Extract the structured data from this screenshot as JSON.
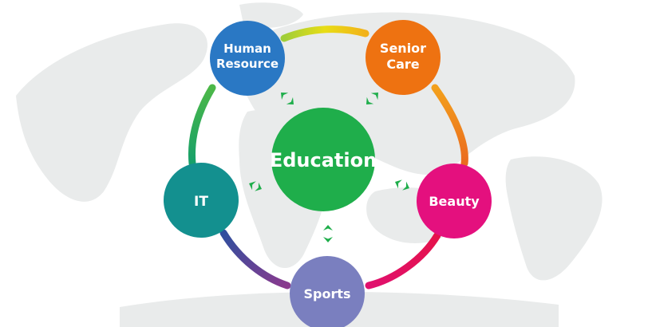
{
  "diagram": {
    "center": {
      "label": "Education",
      "color": "#1fae4b"
    },
    "nodes": [
      {
        "id": "human-resource",
        "lines": [
          "Human",
          "Resource"
        ],
        "color": "#2a78c4"
      },
      {
        "id": "senior-care",
        "lines": [
          "Senior",
          "Care"
        ],
        "color": "#ee7211"
      },
      {
        "id": "beauty",
        "lines": [
          "Beauty"
        ],
        "color": "#e4107e"
      },
      {
        "id": "sports",
        "lines": [
          "Sports"
        ],
        "color": "#7a7fbf"
      },
      {
        "id": "it",
        "lines": [
          "IT"
        ],
        "color": "#13908f"
      }
    ],
    "ring_colors": {
      "top": "#e6dc18",
      "right": "#ef8a1c",
      "bottom_right": "#e3114f",
      "bottom_left": "#5a3f98",
      "left": "#21a04a"
    },
    "arrow_color": "#1fae4b",
    "map_color": "#e9ebeb"
  }
}
